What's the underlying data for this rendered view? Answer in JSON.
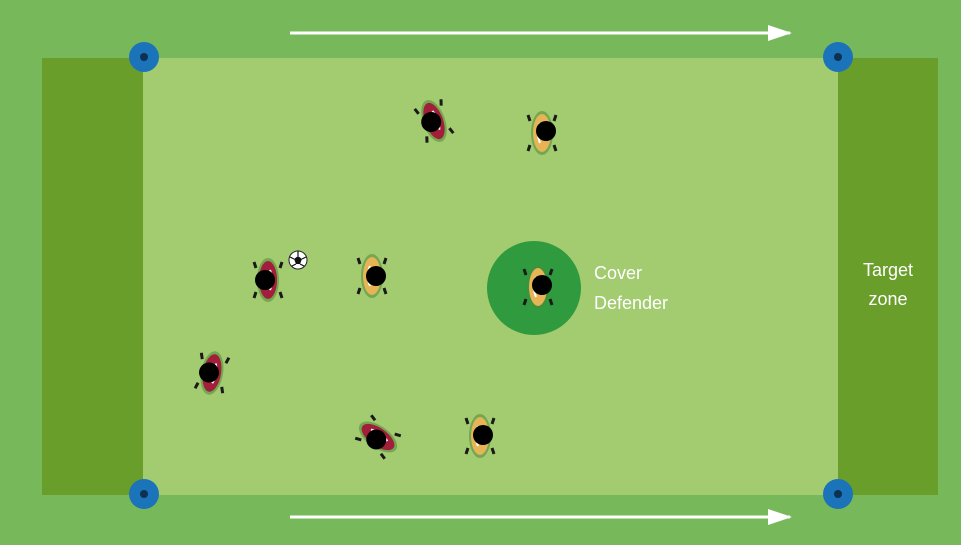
{
  "colors": {
    "outer_field": "#77b85a",
    "playing_area": "#a3cb70",
    "target_zone": "#6a9e2b",
    "cone_outer": "#1b73b9",
    "cone_inner": "#0c3151",
    "arrow": "#ffffff",
    "cover_circle": "#2f9a3e",
    "attacker_shirt": "#a21f3a",
    "defender_shirt": "#e7b455",
    "head": "#000000",
    "label_text": "#ffffff"
  },
  "labels": {
    "cover_defender_line1": "Cover",
    "cover_defender_line2": "Defender",
    "target_zone_line1": "Target",
    "target_zone_line2": "zone"
  },
  "icons": {
    "cone": "cone-marker-icon",
    "arrow": "direction-arrow-icon",
    "attacker": "attacker-player-icon",
    "defender": "defender-player-icon",
    "ball": "soccer-ball-icon"
  }
}
